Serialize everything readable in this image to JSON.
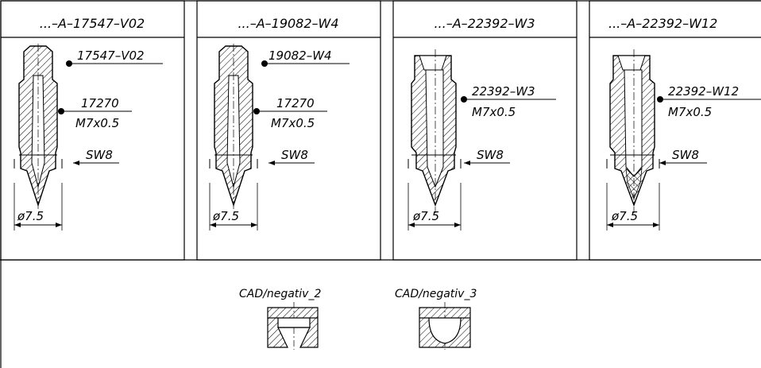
{
  "panels": [
    {
      "title": "...–A–17547–V02",
      "part_label": "17547–V02",
      "seat_label": "17270",
      "thread_label": "M7x0.5",
      "wrench_label": "SW8",
      "diameter_label": "ø7.5"
    },
    {
      "title": "...–A–19082–W4",
      "part_label": "19082–W4",
      "seat_label": "17270",
      "thread_label": "M7x0.5",
      "wrench_label": "SW8",
      "diameter_label": "ø7.5"
    },
    {
      "title": "...–A–22392–W3",
      "part_label": "22392–W3",
      "thread_label": "M7x0.5",
      "wrench_label": "SW8",
      "diameter_label": "ø7.5"
    },
    {
      "title": "...–A–22392–W12",
      "part_label": "22392–W12",
      "thread_label": "M7x0.5",
      "wrench_label": "SW8",
      "diameter_label": "ø7.5"
    }
  ],
  "negatives": [
    {
      "label": "CAD/negativ_2"
    },
    {
      "label": "CAD/negativ_3"
    }
  ]
}
